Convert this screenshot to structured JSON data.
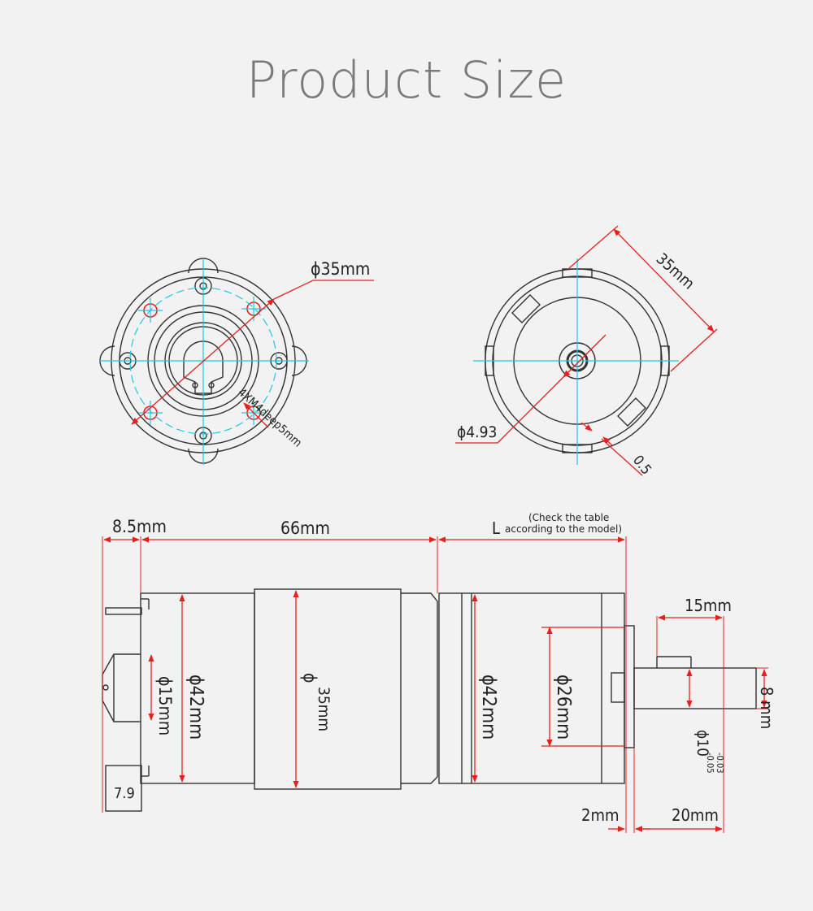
{
  "title": "Product Size",
  "front_view": {
    "pcd_label": "ϕ35mm",
    "hole_label": "4XM4deep5mm"
  },
  "rear_view": {
    "diameter_label": "35mm",
    "shaft_hole_label": "ϕ4.93",
    "offset_label": "0.5"
  },
  "side_view": {
    "left_length_label": "8.5mm",
    "motor_length_label": "66mm",
    "gearbox_length_symbol": "L",
    "gearbox_length_note_1": "(Check the table",
    "gearbox_length_note_2": "according to the model)",
    "terminal_label": "7.9",
    "bearing_dia_label": "ϕ15mm",
    "motor_dia_label": "ϕ42mm",
    "ring_dia_symbol": "ϕ",
    "ring_dia_label": "35mm",
    "gearbox_dia_label": "ϕ42mm",
    "boss_dia_label": "ϕ26mm",
    "shaft_flat_label": "15mm",
    "shaft_height_label": "8 mm",
    "shaft_dia_label": "ϕ10",
    "shaft_tol_upper": "-0.03",
    "shaft_tol_lower": "-0.05",
    "boss_len_label": "2mm",
    "shaft_len_label": "20mm"
  },
  "colors": {
    "outline": "#333333",
    "dimension": "#e8201c",
    "centerline": "#1ec8e6",
    "title": "#7a7a7a"
  }
}
